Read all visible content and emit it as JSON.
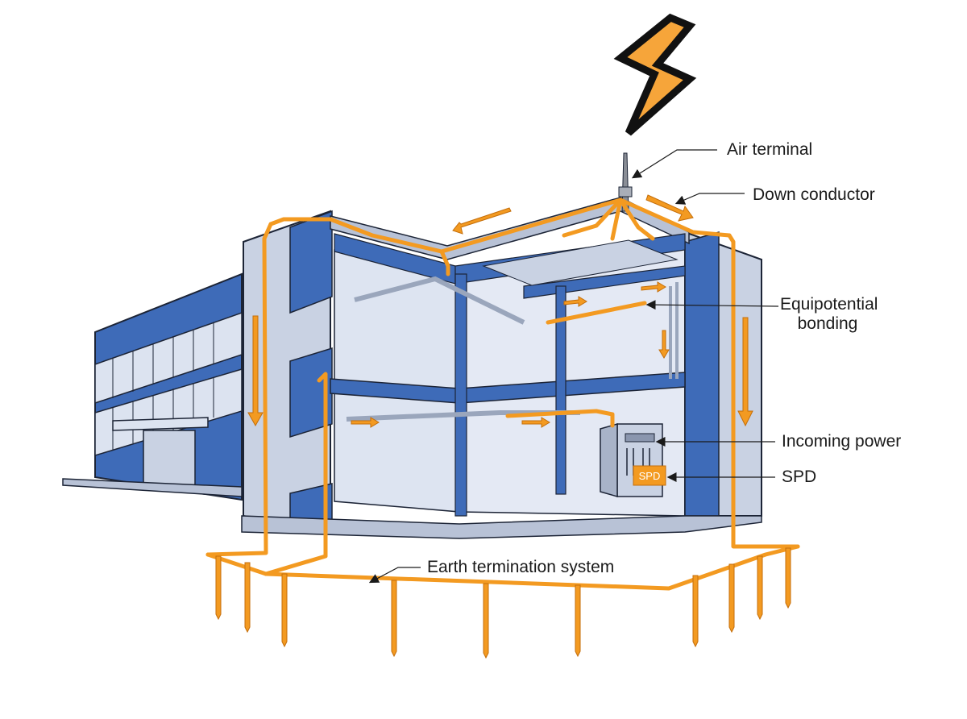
{
  "labels": {
    "air_terminal": "Air terminal",
    "down_conductor": "Down conductor",
    "equipotential_line1": "Equipotential",
    "equipotential_line2": "bonding",
    "incoming_power": "Incoming power",
    "spd": "SPD",
    "earth_termination": "Earth termination system",
    "spd_box": "SPD"
  },
  "colors": {
    "conductor": "#F39A21",
    "steel_blue": "#3E6BB8",
    "wall_gray": "#C9D2E3",
    "outline": "#1C2436",
    "lightning": "#F6A53A"
  }
}
